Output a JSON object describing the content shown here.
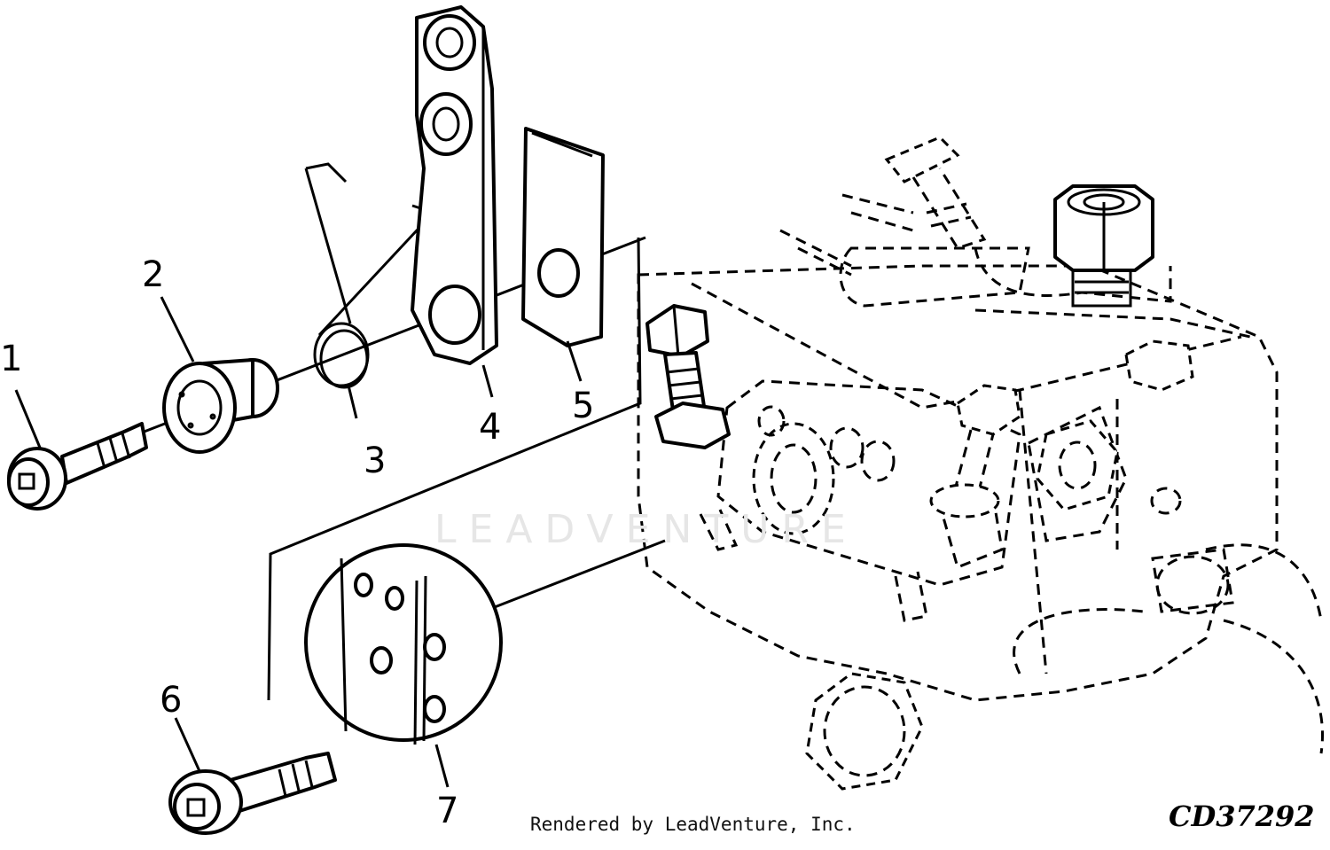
{
  "callouts": [
    "1",
    "2",
    "3",
    "4",
    "5",
    "6",
    "7"
  ],
  "watermark": "LEADVENTURE",
  "credit": "Rendered by LeadVenture, Inc.",
  "figure_id": "CD37292"
}
